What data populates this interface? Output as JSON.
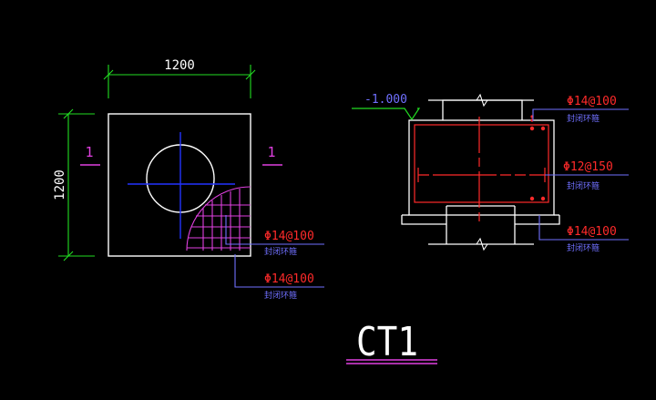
{
  "colors": {
    "background": "#000000",
    "outline": "#ffffff",
    "dimension": "#22dd22",
    "rebar": "#ff2a2a",
    "leader": "#7070ff",
    "section_mark": "#e040e0",
    "axis": "#2233ff"
  },
  "plan": {
    "width_dim": "1200",
    "height_dim": "1200",
    "section_mark_left": "1",
    "section_mark_right": "1",
    "callouts": [
      {
        "spec": "Φ14@100",
        "note": "封闭环箍"
      },
      {
        "spec": "Φ14@100",
        "note": "封闭环箍"
      }
    ]
  },
  "section": {
    "elevation": "-1.000",
    "callouts": [
      {
        "spec": "Φ14@100",
        "note": "封闭环箍"
      },
      {
        "spec": "Φ12@150",
        "note": "封闭环箍"
      },
      {
        "spec": "Φ14@100",
        "note": "封闭环箍"
      }
    ]
  },
  "drawing_title": "CT1"
}
